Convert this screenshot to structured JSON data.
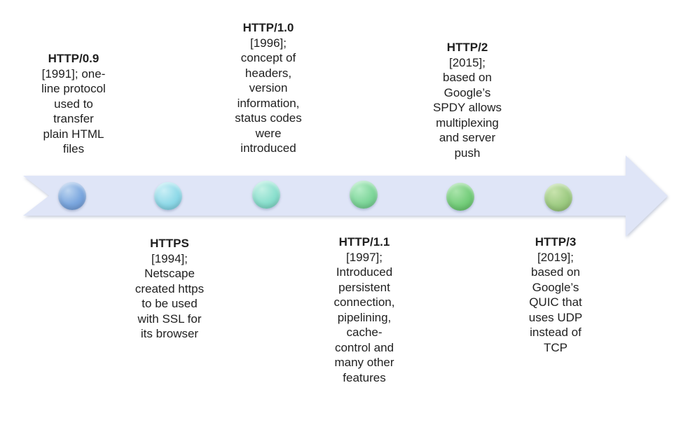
{
  "timeline": {
    "arrow_color": "#dfe5f7",
    "background_color": "#ffffff",
    "text_color": "#1f1f1f",
    "items": [
      {
        "id": "http09",
        "position": "above",
        "title": "HTTP/0.9",
        "lines": [
          "[1991]; one-",
          "line protocol",
          "used to",
          "transfer",
          "plain HTML",
          "files"
        ],
        "dot": {
          "highlight": "#bdd5f0",
          "base": "#7aa6de",
          "edge": "#6a92cd"
        }
      },
      {
        "id": "https",
        "position": "below",
        "title": "HTTPS",
        "lines": [
          "[1994];",
          "Netscape",
          "created https",
          "to be used",
          "with SSL for",
          "its browser"
        ],
        "dot": {
          "highlight": "#cbeff6",
          "base": "#8ed9e8",
          "edge": "#74c4d8"
        }
      },
      {
        "id": "http10",
        "position": "above",
        "title": "HTTP/1.0",
        "lines": [
          "[1996];",
          "concept of",
          "headers,",
          "version",
          "information,",
          "status codes",
          "were",
          "introduced"
        ],
        "dot": {
          "highlight": "#c4f1e5",
          "base": "#8adfcd",
          "edge": "#6fccba"
        }
      },
      {
        "id": "http11",
        "position": "below",
        "title": "HTTP/1.1",
        "lines": [
          "[1997];",
          "Introduced",
          "persistent",
          "connection,",
          "pipelining,",
          "cache-",
          "control and",
          "many other",
          "features"
        ],
        "dot": {
          "highlight": "#b6edc7",
          "base": "#7ed69a",
          "edge": "#65c283"
        }
      },
      {
        "id": "http2",
        "position": "above",
        "title": "HTTP/2",
        "lines": [
          "[2015];",
          "based on",
          "Google’s",
          "SPDY allows",
          "multiplexing",
          "and server",
          "push"
        ],
        "dot": {
          "highlight": "#aae4ab",
          "base": "#74cd7a",
          "edge": "#5bb962"
        }
      },
      {
        "id": "http3",
        "position": "below",
        "title": "HTTP/3",
        "lines": [
          "[2019];",
          "based on",
          "Google’s",
          "QUIC that",
          "uses UDP",
          "instead of",
          "TCP"
        ],
        "dot": {
          "highlight": "#c8e3ad",
          "base": "#9cca81",
          "edge": "#89b76a"
        }
      }
    ]
  }
}
